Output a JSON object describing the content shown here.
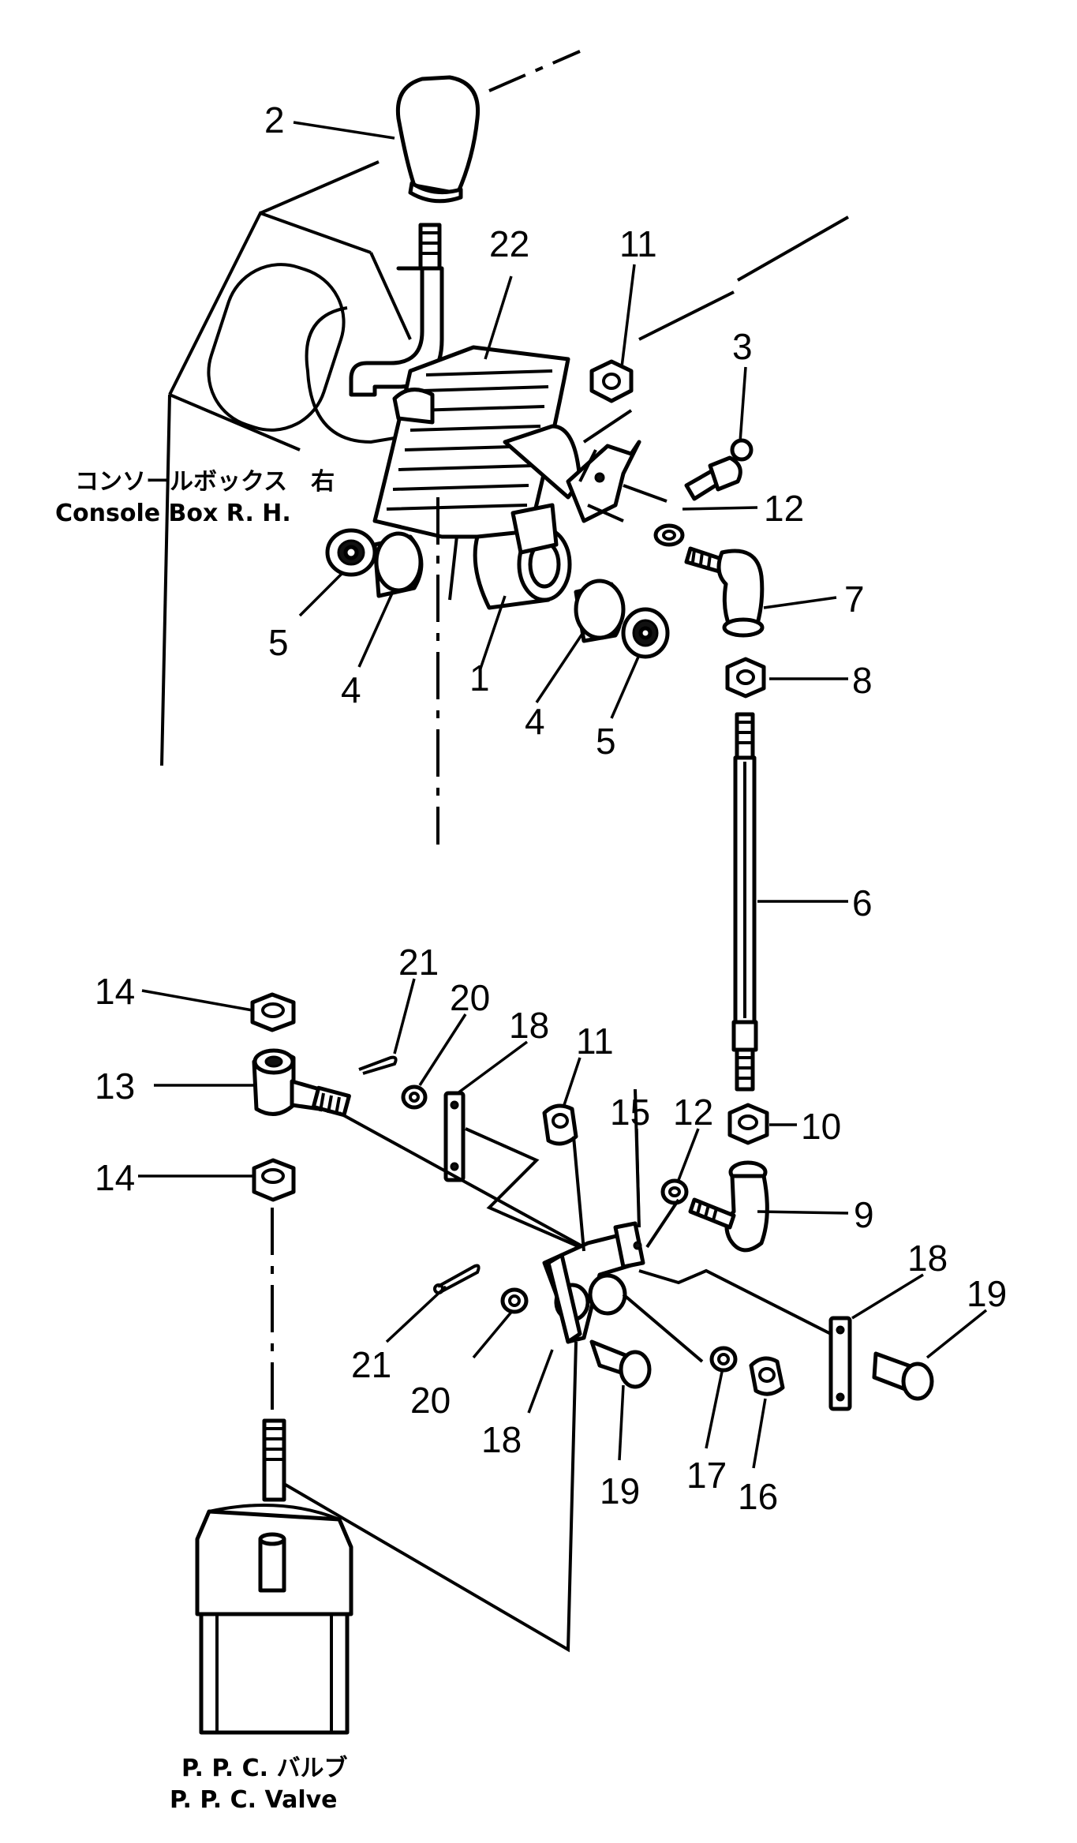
{
  "labels": {
    "console_box_ja": "コンソールボックス　右",
    "console_box_en": "Console  Box  R. H.",
    "ppc_valve_ja": "P. P. C. バルブ",
    "ppc_valve_en": "P. P. C.  Valve"
  },
  "callouts": {
    "c1": "1",
    "c2": "2",
    "c3": "3",
    "c4a": "4",
    "c4b": "4",
    "c5a": "5",
    "c5b": "5",
    "c6": "6",
    "c7": "7",
    "c8": "8",
    "c9": "9",
    "c10": "10",
    "c11a": "11",
    "c11b": "11",
    "c12a": "12",
    "c12b": "12",
    "c13": "13",
    "c14a": "14",
    "c14b": "14",
    "c15": "15",
    "c16": "16",
    "c17": "17",
    "c18a": "18",
    "c18b": "18",
    "c18c": "18",
    "c19a": "19",
    "c19b": "19",
    "c20a": "20",
    "c20b": "20",
    "c21a": "21",
    "c21b": "21",
    "c22": "22"
  }
}
